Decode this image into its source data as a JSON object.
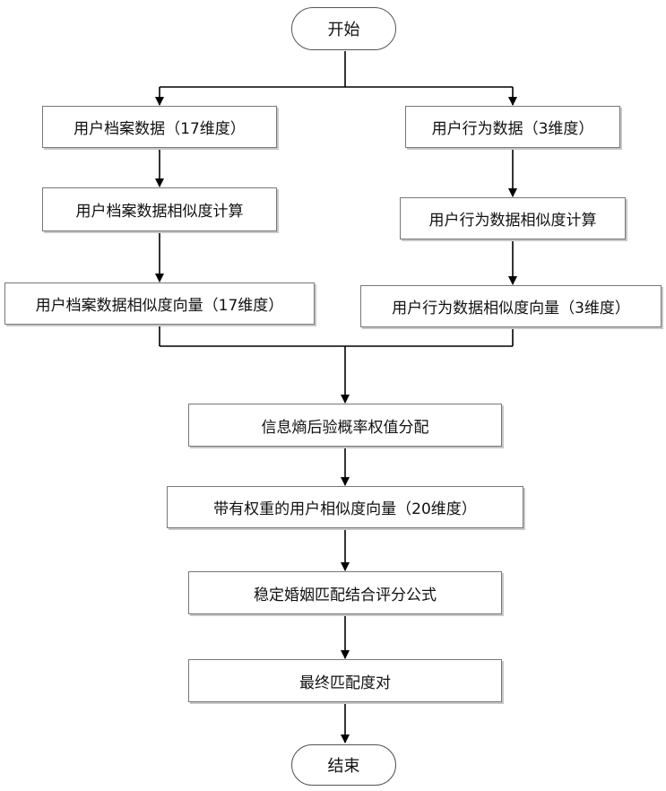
{
  "start": "开始",
  "end": "结束",
  "left_branch": {
    "step1": "用户档案数据（17维度）",
    "step2": "用户档案数据相似度计算",
    "step3": "用户档案数据相似度向量（17维度）"
  },
  "right_branch": {
    "step1": "用户行为数据（3维度）",
    "step2": "用户行为数据相似度计算",
    "step3": "用户行为数据相似度向量（3维度）"
  },
  "main_steps": [
    "信息熵后验概率权值分配",
    "带有权重的用户相似度向量（20维度）",
    "稳定婚姻匹配结合评分公式",
    "最终匹配度对"
  ]
}
